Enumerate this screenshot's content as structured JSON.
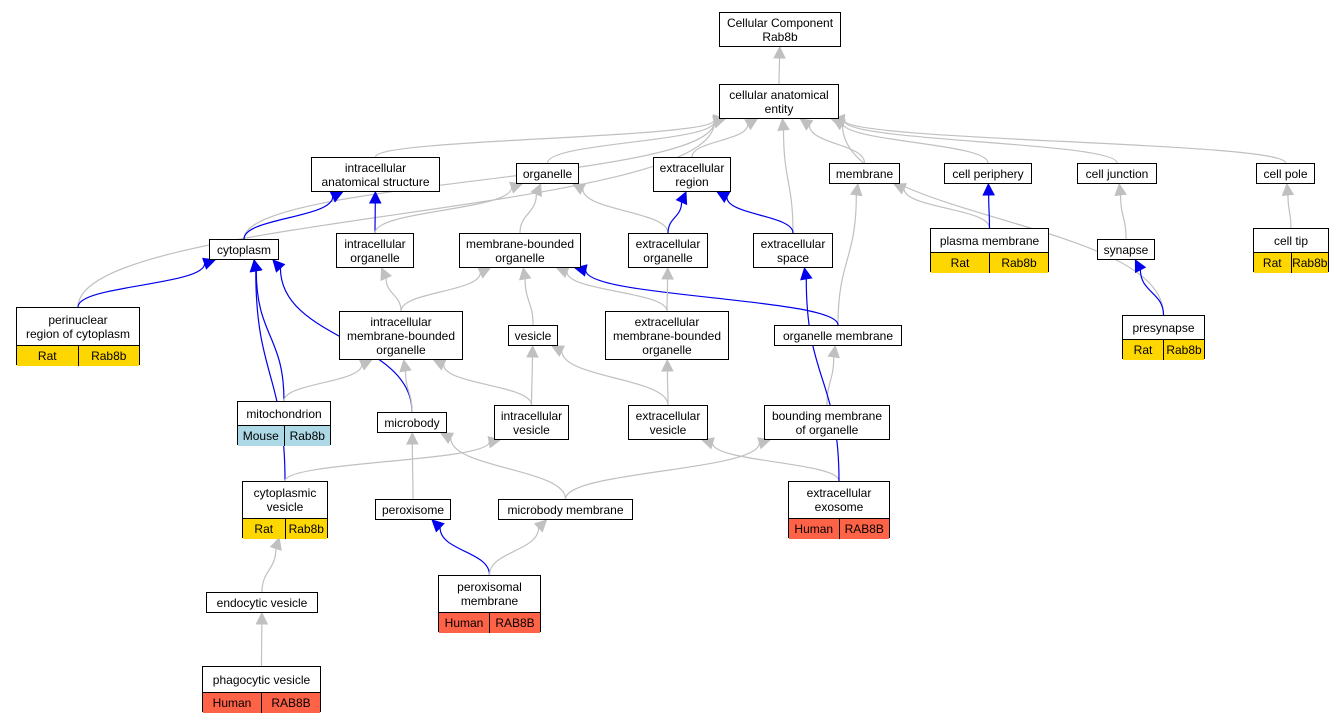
{
  "colors": {
    "edge_gray": "#c0c0c0",
    "edge_blue": "#0000ee",
    "rat": "#ffd700",
    "mouse": "#add8e6",
    "human": "#ff6347"
  },
  "nodes": {
    "root": {
      "label": "Cellular Component\nRab8b"
    },
    "cae": {
      "label": "cellular anatomical\nentity"
    },
    "ias": {
      "label": "intracellular\nanatomical structure"
    },
    "organelle": {
      "label": "organelle"
    },
    "extreg": {
      "label": "extracellular\nregion"
    },
    "membrane": {
      "label": "membrane"
    },
    "cellper": {
      "label": "cell periphery"
    },
    "celljunc": {
      "label": "cell junction"
    },
    "cellpole": {
      "label": "cell pole"
    },
    "cytoplasm": {
      "label": "cytoplasm"
    },
    "intorg": {
      "label": "intracellular\norganelle"
    },
    "mbo": {
      "label": "membrane-bounded\norganelle"
    },
    "extorg": {
      "label": "extracellular\norganelle"
    },
    "extspace": {
      "label": "extracellular\nspace"
    },
    "plasmamem": {
      "label": "plasma membrane",
      "ann": [
        "Rat",
        "Rab8b"
      ]
    },
    "synapse": {
      "label": "synapse"
    },
    "celltip": {
      "label": "cell tip",
      "ann": [
        "Rat",
        "Rab8b"
      ]
    },
    "perinuc": {
      "label": "perinuclear\nregion of cytoplasm",
      "ann": [
        "Rat",
        "Rab8b"
      ]
    },
    "imbo": {
      "label": "intracellular\nmembrane-bounded\norganelle"
    },
    "vesicle": {
      "label": "vesicle"
    },
    "embo": {
      "label": "extracellular\nmembrane-bounded\norganelle"
    },
    "orgmem": {
      "label": "organelle membrane"
    },
    "presyn": {
      "label": "presynapse",
      "ann": [
        "Rat",
        "Rab8b"
      ]
    },
    "mito": {
      "label": "mitochondrion",
      "ann": [
        "Mouse",
        "Rab8b"
      ]
    },
    "microbody": {
      "label": "microbody"
    },
    "intves": {
      "label": "intracellular\nvesicle"
    },
    "extves": {
      "label": "extracellular\nvesicle"
    },
    "bmo": {
      "label": "bounding membrane\nof organelle"
    },
    "cytves": {
      "label": "cytoplasmic\nvesicle",
      "ann": [
        "Rat",
        "Rab8b"
      ]
    },
    "perox": {
      "label": "peroxisome"
    },
    "mbmem": {
      "label": "microbody membrane"
    },
    "exosome": {
      "label": "extracellular\nexosome",
      "ann": [
        "Human",
        "RAB8B"
      ]
    },
    "endoves": {
      "label": "endocytic vesicle"
    },
    "peroxmem": {
      "label": "peroxisomal\nmembrane",
      "ann": [
        "Human",
        "RAB8B"
      ]
    },
    "phagoves": {
      "label": "phagocytic vesicle",
      "ann": [
        "Human",
        "RAB8B"
      ]
    }
  },
  "edges": [
    {
      "from": "cae",
      "to": "root",
      "kind": "gray"
    },
    {
      "from": "ias",
      "to": "cae",
      "kind": "gray"
    },
    {
      "from": "organelle",
      "to": "cae",
      "kind": "gray"
    },
    {
      "from": "extreg",
      "to": "cae",
      "kind": "gray"
    },
    {
      "from": "membrane",
      "to": "cae",
      "kind": "gray"
    },
    {
      "from": "cellper",
      "to": "cae",
      "kind": "gray"
    },
    {
      "from": "celljunc",
      "to": "cae",
      "kind": "gray"
    },
    {
      "from": "cellpole",
      "to": "cae",
      "kind": "gray"
    },
    {
      "from": "cytoplasm",
      "to": "cae",
      "kind": "gray"
    },
    {
      "from": "perinuc",
      "to": "cae",
      "kind": "gray"
    },
    {
      "from": "extspace",
      "to": "cae",
      "kind": "gray"
    },
    {
      "from": "presyn",
      "to": "cae",
      "kind": "gray"
    },
    {
      "from": "cytoplasm",
      "to": "ias",
      "kind": "blue"
    },
    {
      "from": "intorg",
      "to": "ias",
      "kind": "blue"
    },
    {
      "from": "intorg",
      "to": "organelle",
      "kind": "gray"
    },
    {
      "from": "mbo",
      "to": "organelle",
      "kind": "gray"
    },
    {
      "from": "extorg",
      "to": "organelle",
      "kind": "gray"
    },
    {
      "from": "extorg",
      "to": "extreg",
      "kind": "blue"
    },
    {
      "from": "extspace",
      "to": "extreg",
      "kind": "blue"
    },
    {
      "from": "plasmamem",
      "to": "membrane",
      "kind": "gray"
    },
    {
      "from": "plasmamem",
      "to": "cellper",
      "kind": "blue"
    },
    {
      "from": "orgmem",
      "to": "membrane",
      "kind": "gray"
    },
    {
      "from": "synapse",
      "to": "celljunc",
      "kind": "gray"
    },
    {
      "from": "celltip",
      "to": "cellpole",
      "kind": "gray"
    },
    {
      "from": "presyn",
      "to": "synapse",
      "kind": "blue"
    },
    {
      "from": "perinuc",
      "to": "cytoplasm",
      "kind": "blue"
    },
    {
      "from": "mito",
      "to": "cytoplasm",
      "kind": "blue"
    },
    {
      "from": "microbody",
      "to": "cytoplasm",
      "kind": "blue"
    },
    {
      "from": "cytves",
      "to": "cytoplasm",
      "kind": "blue"
    },
    {
      "from": "imbo",
      "to": "intorg",
      "kind": "gray"
    },
    {
      "from": "imbo",
      "to": "mbo",
      "kind": "gray"
    },
    {
      "from": "vesicle",
      "to": "mbo",
      "kind": "gray"
    },
    {
      "from": "embo",
      "to": "mbo",
      "kind": "gray"
    },
    {
      "from": "orgmem",
      "to": "mbo",
      "kind": "blue"
    },
    {
      "from": "embo",
      "to": "extorg",
      "kind": "gray"
    },
    {
      "from": "mito",
      "to": "imbo",
      "kind": "gray"
    },
    {
      "from": "microbody",
      "to": "imbo",
      "kind": "gray"
    },
    {
      "from": "intves",
      "to": "imbo",
      "kind": "gray"
    },
    {
      "from": "intves",
      "to": "vesicle",
      "kind": "gray"
    },
    {
      "from": "extves",
      "to": "vesicle",
      "kind": "gray"
    },
    {
      "from": "extves",
      "to": "embo",
      "kind": "gray"
    },
    {
      "from": "bmo",
      "to": "orgmem",
      "kind": "gray"
    },
    {
      "from": "cytves",
      "to": "intves",
      "kind": "gray"
    },
    {
      "from": "perox",
      "to": "microbody",
      "kind": "gray"
    },
    {
      "from": "mbmem",
      "to": "microbody",
      "kind": "gray"
    },
    {
      "from": "mbmem",
      "to": "bmo",
      "kind": "gray"
    },
    {
      "from": "exosome",
      "to": "extves",
      "kind": "gray"
    },
    {
      "from": "exosome",
      "to": "extspace",
      "kind": "blue"
    },
    {
      "from": "endoves",
      "to": "cytves",
      "kind": "gray"
    },
    {
      "from": "phagoves",
      "to": "endoves",
      "kind": "gray"
    },
    {
      "from": "peroxmem",
      "to": "perox",
      "kind": "blue"
    },
    {
      "from": "peroxmem",
      "to": "mbmem",
      "kind": "gray"
    }
  ]
}
